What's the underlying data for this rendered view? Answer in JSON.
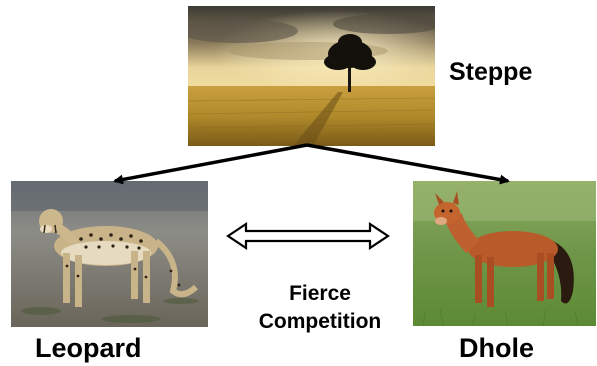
{
  "nodes": {
    "steppe": {
      "label": "Steppe",
      "image": "steppe-landscape-photo"
    },
    "leopard": {
      "label": "Leopard",
      "image": "cheetah-photo"
    },
    "dhole": {
      "label": "Dhole",
      "image": "dhole-photo"
    }
  },
  "relation": {
    "line1": "Fierce",
    "line2": "Competition",
    "arrow": "double-headed-hollow-arrow"
  },
  "edges": [
    {
      "from": "steppe",
      "to": "leopard",
      "style": "solid-black-arrow"
    },
    {
      "from": "steppe",
      "to": "dhole",
      "style": "solid-black-arrow"
    }
  ]
}
